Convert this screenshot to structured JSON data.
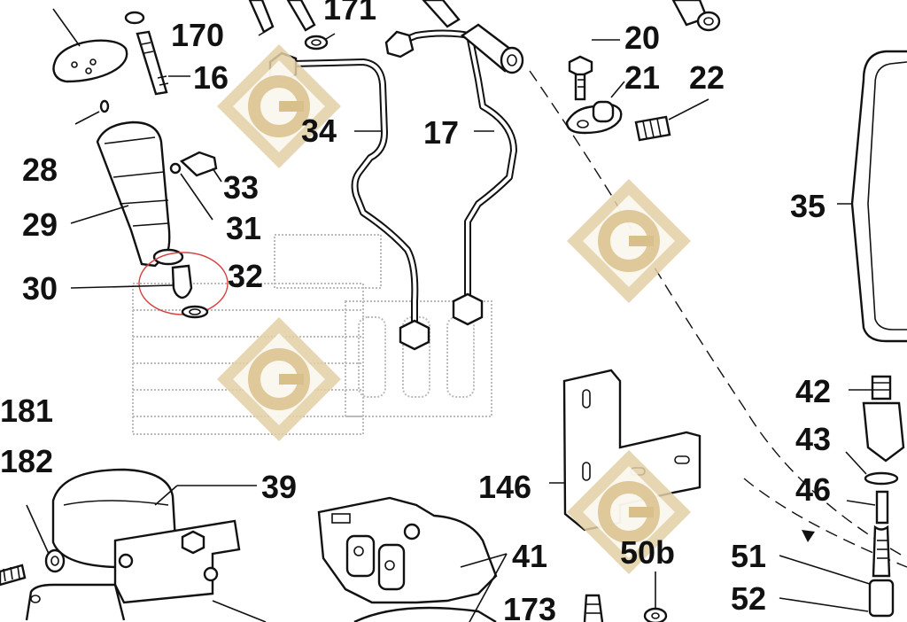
{
  "labels": {
    "p170": "170",
    "p171": "171",
    "p16": "16",
    "p20": "20",
    "p21": "21",
    "p22": "22",
    "p34": "34",
    "p17": "17",
    "p28": "28",
    "p33": "33",
    "p29": "29",
    "p31": "31",
    "p35": "35",
    "p30": "30",
    "p32": "32",
    "p42": "42",
    "p43": "43",
    "p181": "181",
    "p182": "182",
    "p39": "39",
    "p146": "146",
    "p46": "46",
    "p41": "41",
    "p50b": "50b",
    "p51": "51",
    "p52": "52",
    "p173": "173"
  },
  "colors": {
    "ink": "#111111",
    "watermark": "#e2cfa3",
    "highlight": "#d84040"
  }
}
